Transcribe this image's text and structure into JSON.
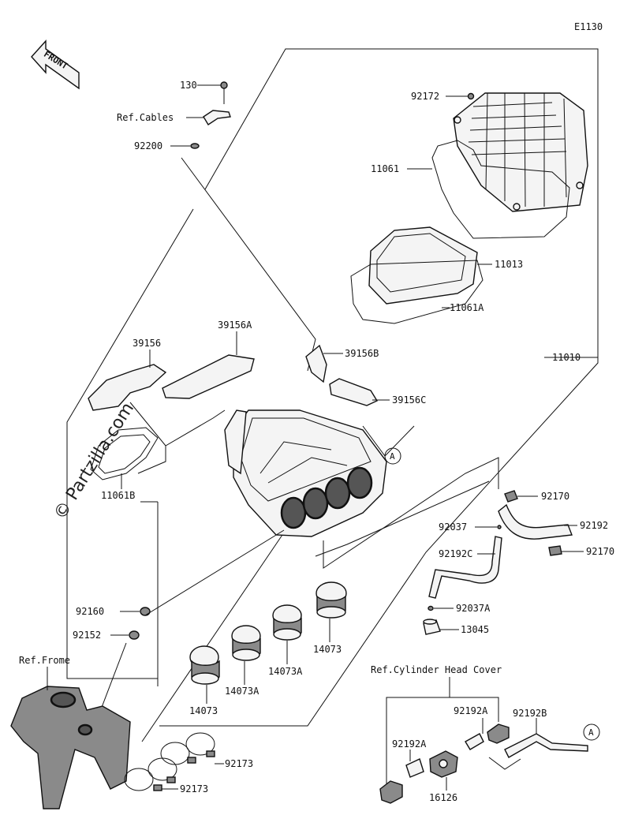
{
  "diagram_code": "E1130",
  "front_label": "FRONT",
  "watermark": "© Partzilla.com",
  "circle_ref": "A",
  "labels": {
    "p130": "130",
    "ref_cables": "Ref.Cables",
    "p92200": "92200",
    "p92172": "92172",
    "p11061": "11061",
    "p11013": "11013",
    "p11061A": "11061A",
    "p11010": "11010",
    "p39156": "39156",
    "p39156A": "39156A",
    "p39156B": "39156B",
    "p39156C": "39156C",
    "p11061B": "11061B",
    "p92170a": "92170",
    "p92037": "92037",
    "p92192": "92192",
    "p92192C": "92192C",
    "p92170b": "92170",
    "p92037A": "92037A",
    "p13045": "13045",
    "p92160": "92160",
    "p92152": "92152",
    "ref_frame": "Ref.Frome",
    "p14073a": "14073",
    "p14073b": "14073",
    "p14073A_a": "14073A",
    "p14073A_b": "14073A",
    "ref_cyl_head": "Ref.Cylinder Head Cover",
    "p92192A_a": "92192A",
    "p92192A_b": "92192A",
    "p92192B": "92192B",
    "p16126": "16126",
    "p92173a": "92173",
    "p92173b": "92173"
  }
}
